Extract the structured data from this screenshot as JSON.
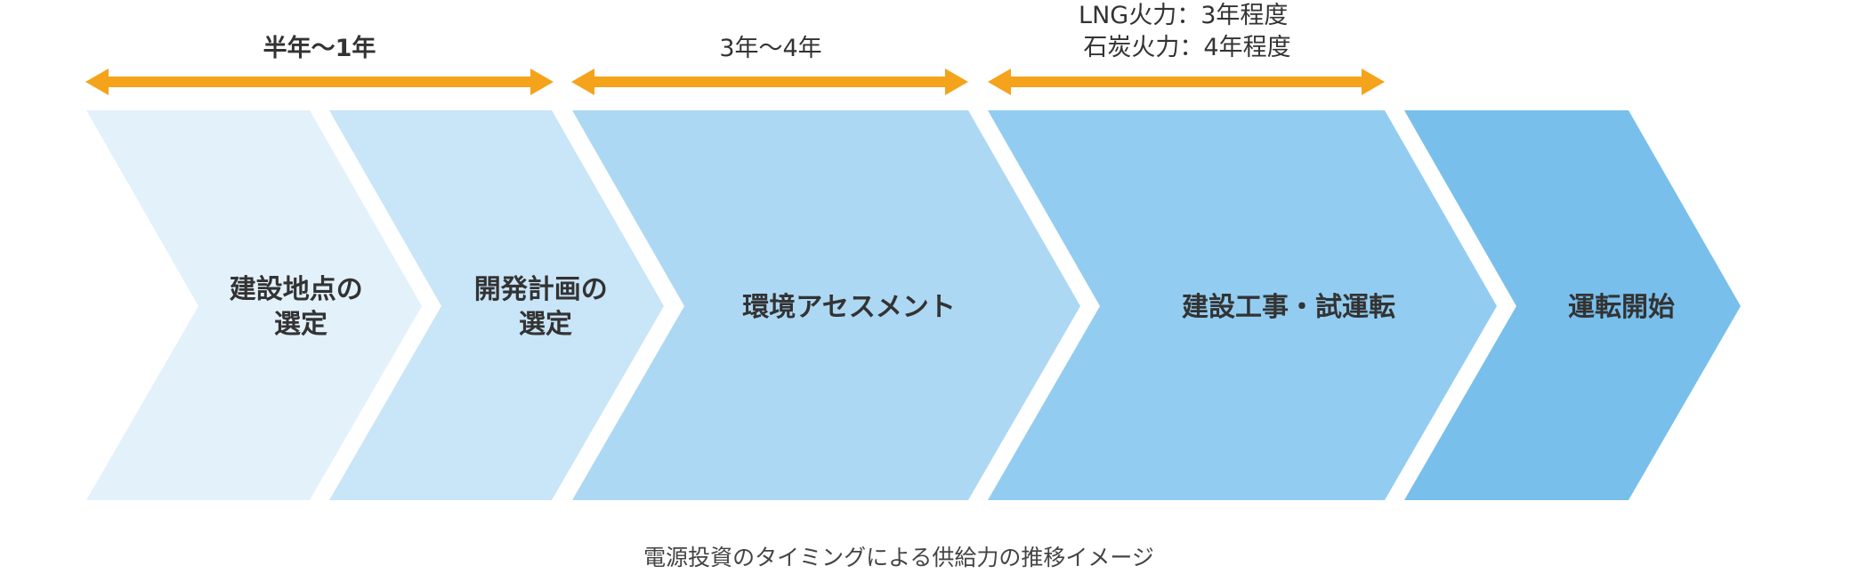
{
  "colors": {
    "arrow": "#f5a31a",
    "text": "#333333",
    "caption": "#444444",
    "steps": [
      "#e3f1fb",
      "#c9e5f8",
      "#add8f4",
      "#92cdf1",
      "#78bfec"
    ]
  },
  "durations": [
    {
      "lines": [
        "半年〜1年"
      ],
      "bold": true
    },
    {
      "lines": [
        "3年〜4年"
      ],
      "bold": false
    },
    {
      "lines": [
        "LNG火力：3年程度",
        "石炭火力：4年程度"
      ],
      "bold": false
    }
  ],
  "steps": [
    {
      "lines": [
        "建設地点の",
        "選定"
      ]
    },
    {
      "lines": [
        "開発計画の",
        "選定"
      ]
    },
    {
      "lines": [
        "環境アセスメント"
      ]
    },
    {
      "lines": [
        "建設工事・試運転"
      ]
    },
    {
      "lines": [
        "運転開始"
      ]
    }
  ],
  "caption": "電源投資のタイミングによる供給力の推移イメージ"
}
